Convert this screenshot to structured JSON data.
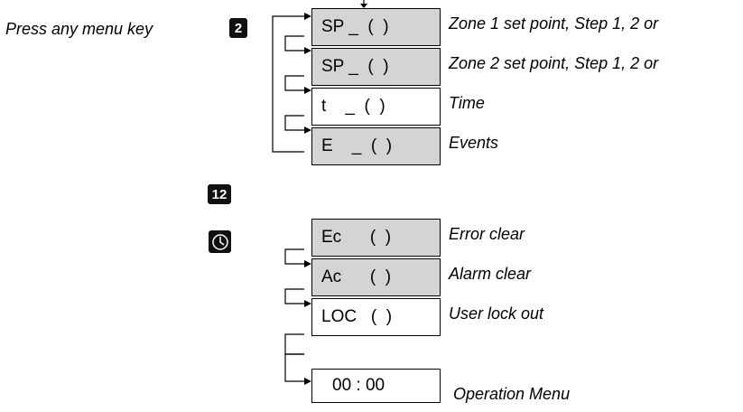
{
  "intro": "Press any menu key",
  "keys": {
    "primary": "2",
    "secondary": "12",
    "clock_icon": "clock-icon"
  },
  "colors": {
    "gray_box": "#d4d4d4",
    "key_bg": "#111111"
  },
  "menu1": [
    {
      "code": "SP _  (  )",
      "desc": "Zone 1 set point, Step 1, 2 or",
      "shade": "gray"
    },
    {
      "code": "SP _  (  )",
      "desc": "Zone 2 set point, Step 1, 2 or",
      "shade": "gray"
    },
    {
      "code": "t    _  (  )",
      "desc": "Time",
      "shade": "white"
    },
    {
      "code": "E    _  (  )",
      "desc": "Events",
      "shade": "gray"
    }
  ],
  "menu2": [
    {
      "code": "Ec      (  )",
      "desc": "Error clear",
      "shade": "gray"
    },
    {
      "code": "Ac      (  )",
      "desc": "Alarm clear",
      "shade": "gray"
    },
    {
      "code": "LOC   (  )",
      "desc": "User lock out",
      "shade": "white"
    }
  ],
  "operation": {
    "code": "00 : 00",
    "desc": "Operation Menu"
  }
}
